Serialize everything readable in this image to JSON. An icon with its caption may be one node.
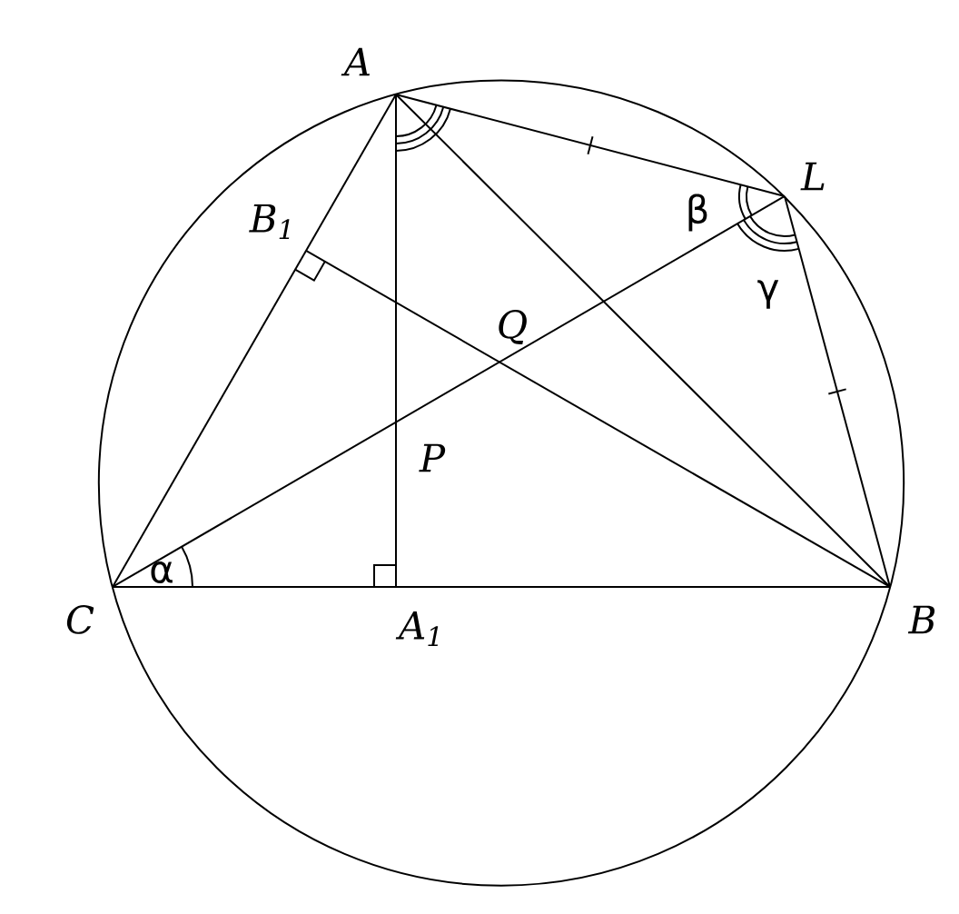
{
  "diagram": {
    "labels": [
      "A",
      "L",
      "B$_{1}$",
      "Q",
      "P",
      "α",
      "β",
      "γ",
      "C",
      "A$_{1}$",
      "B"
    ]
  }
}
